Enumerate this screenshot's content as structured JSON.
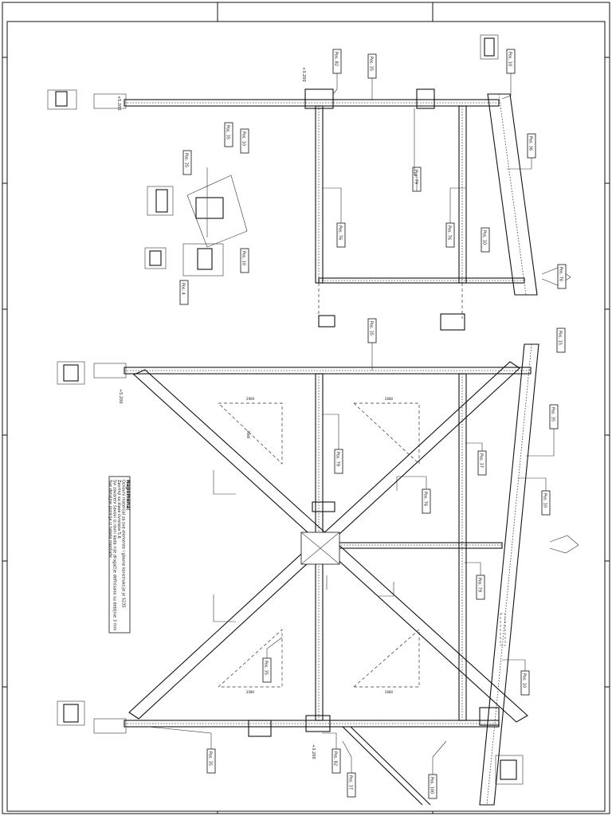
{
  "pos_labels": [
    "Pos. 82",
    "Pos. 35",
    "Pos. 10",
    "Pos. 35",
    "Pos. 35",
    "Pos. 10",
    "Pos. 4",
    "Pos. 76",
    "Pos. 79",
    "Pos. 76",
    "Pos. 36",
    "Pos. 10",
    "Pos. 35",
    "Pos. 10",
    "Pos. 79",
    "Pos. 76",
    "Pos. 35",
    "Pos. 37",
    "Pos. 79",
    "Pos. 35",
    "Pos. 10",
    "Pos. 76",
    "Pos. 10",
    "Pos. 82",
    "Pos. 35",
    "Pos. 100",
    "Pos. 37",
    "Pos. 15"
  ],
  "dimensions": [
    "2900",
    "2680",
    "2680",
    "3080",
    "2080"
  ],
  "levels": [
    "+5.200",
    "+3.200",
    "+5.200",
    "+3.200"
  ],
  "notes": {
    "heading": "Napomena:",
    "lines": [
      "Osnovni materijal za sve elemente i glavne konstrukcije je S235",
      "Zavrtnji su klase čvrstoće 5.6",
      "Svi zavareni šavovi iz ravni kada nije drugačije definisano su debljine 3 mm",
      "Sve detaljne pozicije iz tabele montaže"
    ]
  }
}
